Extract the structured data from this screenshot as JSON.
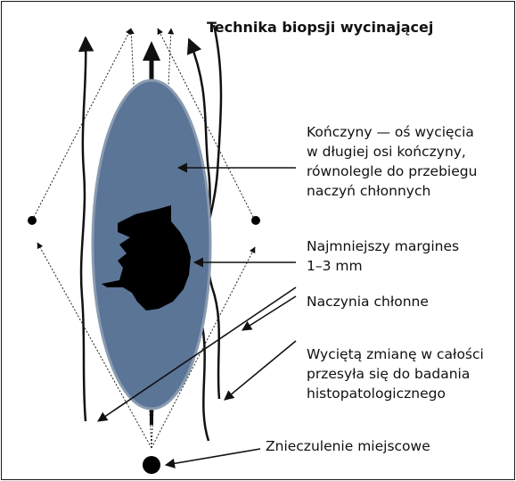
{
  "title": "Technika biopsji wycinającej",
  "labels": {
    "axis_1": "Kończyny — oś wycięcia",
    "axis_2": "w długiej osi kończyny,",
    "axis_3": "równolegle do przebiegu",
    "axis_4": "naczyń chłonnych",
    "margin_1": "Najmniejszy margines",
    "margin_2": "1–3 mm",
    "lymph": "Naczynia chłonne",
    "excised_1": "Wyciętą zmianę w całości",
    "excised_2": "przesyła się do badania",
    "excised_3": "histopatologicznego",
    "anesthesia": "Znieczulenie miejscowe"
  },
  "colors": {
    "ellipse_fill": "#5b7597",
    "ellipse_stroke": "#8a9bb0",
    "lesion": "#000000",
    "line": "#111111"
  }
}
